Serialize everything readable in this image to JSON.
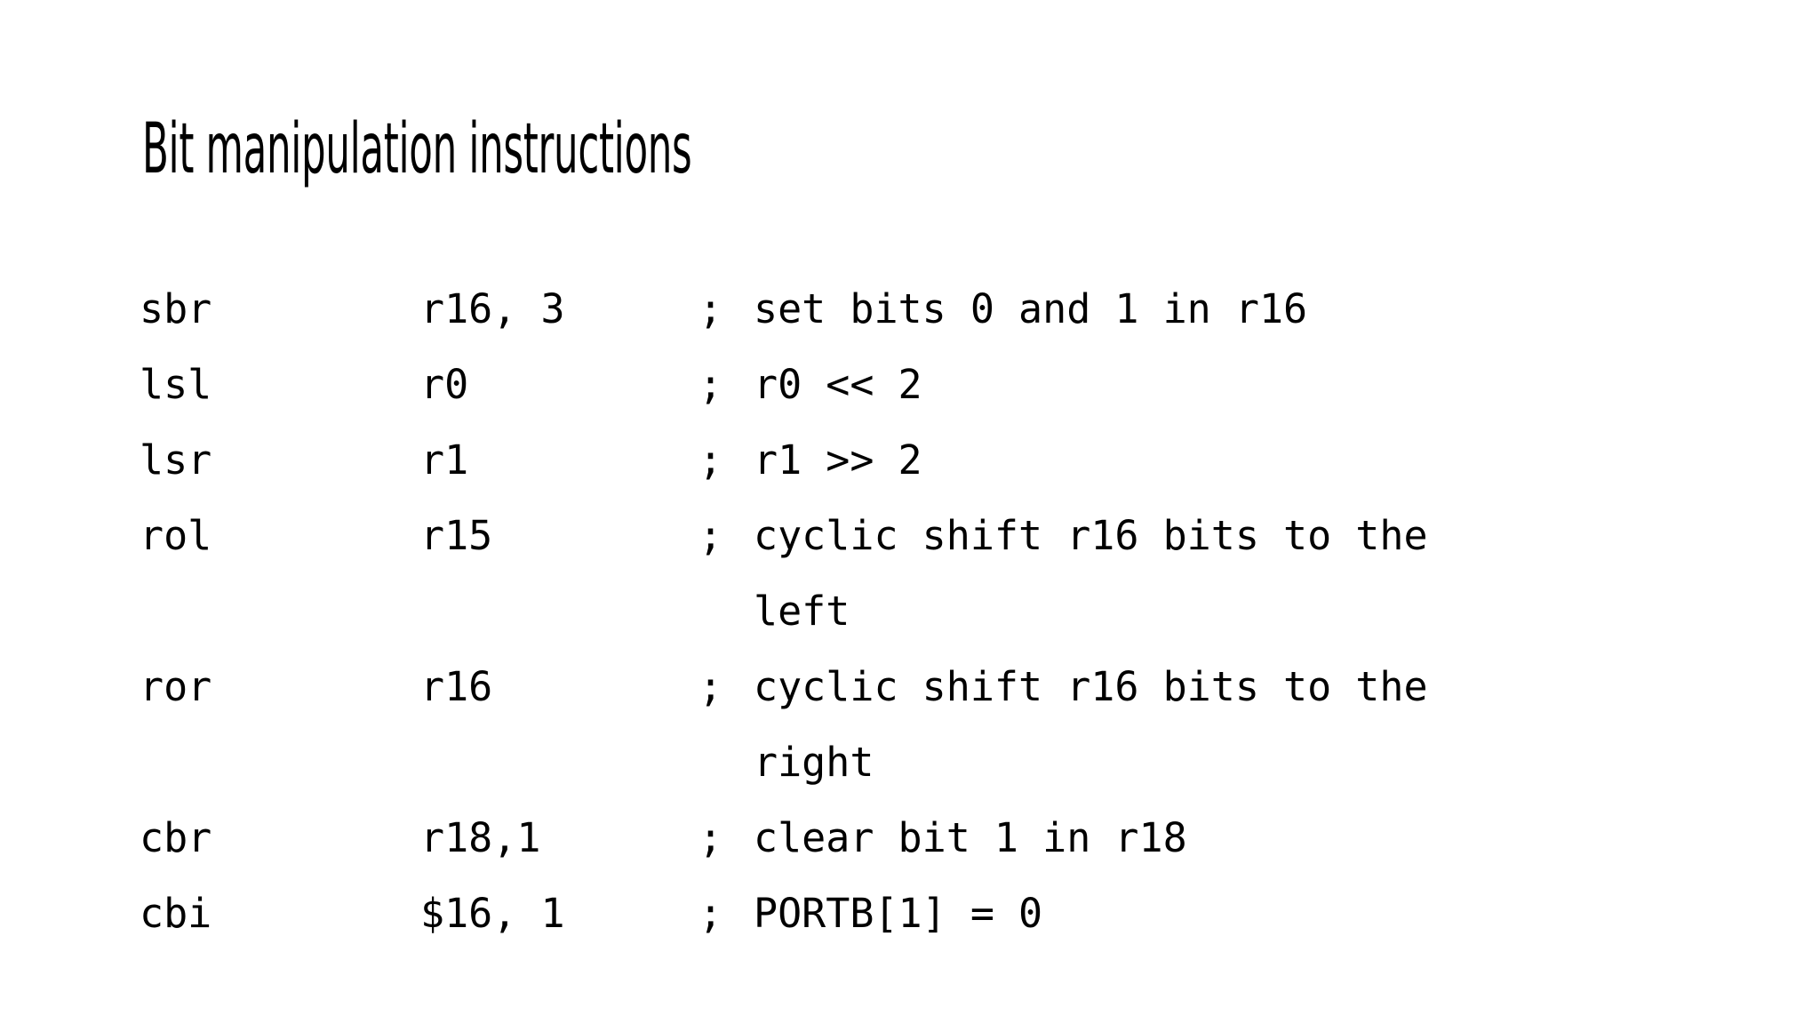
{
  "slide": {
    "title": "Bit manipulation instructions",
    "background_color": "#ffffff",
    "text_color": "#000000"
  },
  "code": {
    "separator": ";",
    "lines": [
      {
        "mnemonic": "sbr",
        "operand": "r16, 3",
        "semicolon": ";",
        "comment": "set bits 0 and 1 in r16",
        "comment_continuation": ""
      },
      {
        "mnemonic": "lsl",
        "operand": "r0",
        "semicolon": ";",
        "comment": "r0 << 2",
        "comment_continuation": ""
      },
      {
        "mnemonic": "lsr",
        "operand": "r1",
        "semicolon": ";",
        "comment": "r1 >> 2",
        "comment_continuation": ""
      },
      {
        "mnemonic": "rol",
        "operand": "r15",
        "semicolon": ";",
        "comment": "cyclic shift r16 bits to the",
        "comment_continuation": "left"
      },
      {
        "mnemonic": "ror",
        "operand": "r16",
        "semicolon": ";",
        "comment": "cyclic shift r16 bits to the",
        "comment_continuation": "right"
      },
      {
        "mnemonic": "cbr",
        "operand": "r18,1",
        "semicolon": ";",
        "comment": "clear bit 1 in r18",
        "comment_continuation": ""
      },
      {
        "mnemonic": "cbi",
        "operand": "$16, 1",
        "semicolon": ";",
        "comment": "PORTB[1] = 0",
        "comment_continuation": ""
      }
    ]
  }
}
